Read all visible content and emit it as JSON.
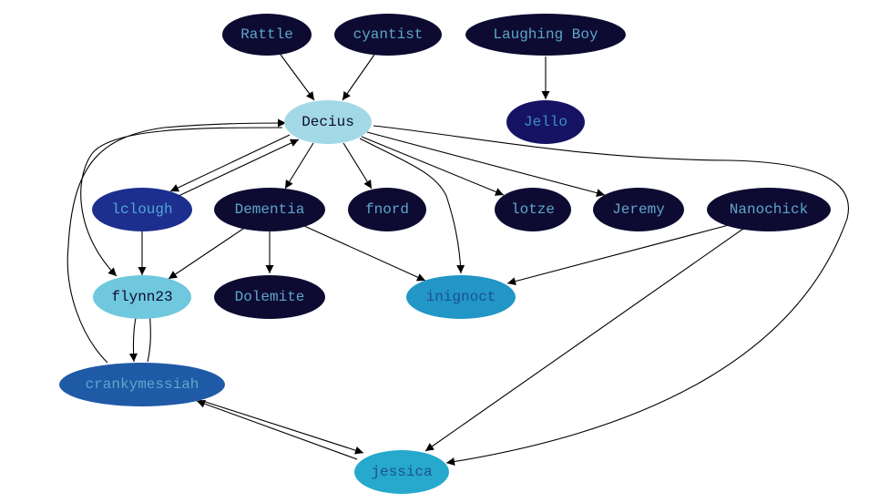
{
  "graph": {
    "nodes": [
      {
        "id": "rattle",
        "label": "Rattle",
        "fill": "#0d0b32",
        "text": "#5fa6c9"
      },
      {
        "id": "cyantist",
        "label": "cyantist",
        "fill": "#0d0b32",
        "text": "#5fa6c9"
      },
      {
        "id": "laughing-boy",
        "label": "Laughing Boy",
        "fill": "#0d0b32",
        "text": "#5fa6c9"
      },
      {
        "id": "decius",
        "label": "Decius",
        "fill": "#a3d9e6",
        "text": "#0d0b32"
      },
      {
        "id": "jello",
        "label": "Jello",
        "fill": "#161364",
        "text": "#3c8ec4"
      },
      {
        "id": "lclough",
        "label": "lclough",
        "fill": "#1c2f8e",
        "text": "#52a6d6"
      },
      {
        "id": "dementia",
        "label": "Dementia",
        "fill": "#0d0b32",
        "text": "#5fa6c9"
      },
      {
        "id": "fnord",
        "label": "fnord",
        "fill": "#0d0b32",
        "text": "#5fa6c9"
      },
      {
        "id": "lotze",
        "label": "lotze",
        "fill": "#0d0b32",
        "text": "#5fa6c9"
      },
      {
        "id": "jeremy",
        "label": "Jeremy",
        "fill": "#0d0b32",
        "text": "#5fa6c9"
      },
      {
        "id": "nanochick",
        "label": "Nanochick",
        "fill": "#0d0b32",
        "text": "#5fa6c9"
      },
      {
        "id": "flynn23",
        "label": "flynn23",
        "fill": "#6fc8dd",
        "text": "#0d0b32"
      },
      {
        "id": "dolemite",
        "label": "Dolemite",
        "fill": "#0d0b32",
        "text": "#5fa6c9"
      },
      {
        "id": "inignoct",
        "label": "inignoct",
        "fill": "#2196c7",
        "text": "#1c4f99"
      },
      {
        "id": "crankymessiah",
        "label": "crankymessiah",
        "fill": "#1f5aa6",
        "text": "#5fa6c9"
      },
      {
        "id": "jessica",
        "label": "jessica",
        "fill": "#26a9cc",
        "text": "#1c4f99"
      }
    ],
    "edges": [
      {
        "from": "rattle",
        "to": "decius"
      },
      {
        "from": "cyantist",
        "to": "decius"
      },
      {
        "from": "laughing-boy",
        "to": "jello"
      },
      {
        "from": "decius",
        "to": "lclough"
      },
      {
        "from": "lclough",
        "to": "decius"
      },
      {
        "from": "decius",
        "to": "dementia"
      },
      {
        "from": "decius",
        "to": "fnord"
      },
      {
        "from": "decius",
        "to": "lotze"
      },
      {
        "from": "decius",
        "to": "jeremy"
      },
      {
        "from": "decius",
        "to": "inignoct"
      },
      {
        "from": "decius",
        "to": "flynn23"
      },
      {
        "from": "decius",
        "to": "jessica"
      },
      {
        "from": "crankymessiah",
        "to": "decius"
      },
      {
        "from": "lclough",
        "to": "flynn23"
      },
      {
        "from": "dementia",
        "to": "flynn23"
      },
      {
        "from": "dementia",
        "to": "dolemite"
      },
      {
        "from": "dementia",
        "to": "inignoct"
      },
      {
        "from": "nanochick",
        "to": "inignoct"
      },
      {
        "from": "nanochick",
        "to": "jessica"
      },
      {
        "from": "flynn23",
        "to": "crankymessiah"
      },
      {
        "from": "crankymessiah",
        "to": "flynn23"
      },
      {
        "from": "crankymessiah",
        "to": "jessica"
      },
      {
        "from": "jessica",
        "to": "crankymessiah"
      }
    ]
  }
}
